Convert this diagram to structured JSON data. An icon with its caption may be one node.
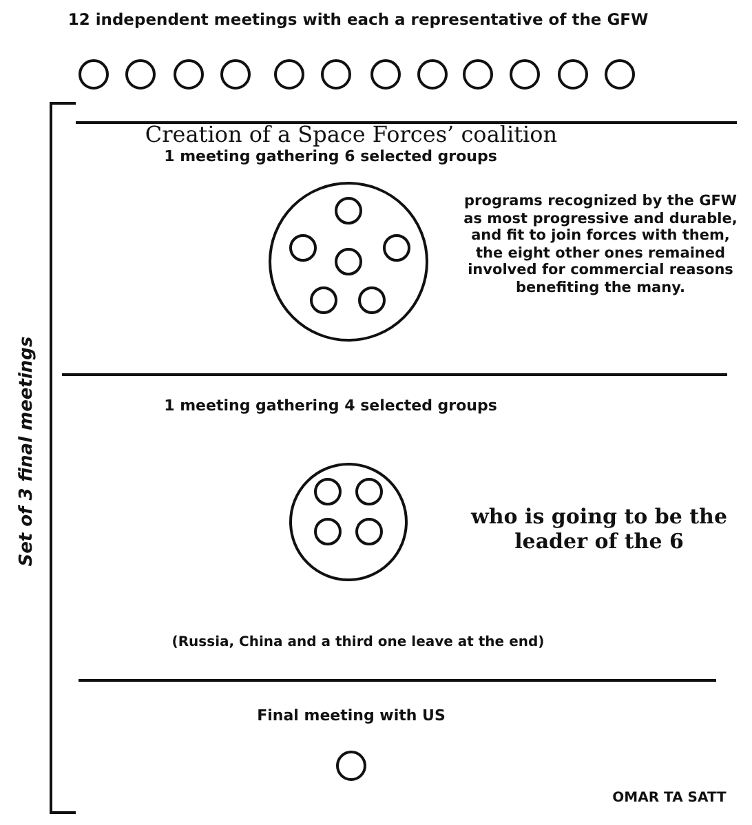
{
  "diagram": {
    "nodes": [
      {
        "text": [],
        "shape": "circle"
      },
      {
        "text": [],
        "shape": "circle"
      },
      {
        "text": [],
        "shape": "circle"
      },
      {
        "text": [],
        "shape": "circle"
      },
      {
        "text": [],
        "shape": "circle"
      },
      {
        "text": [],
        "shape": "circle"
      },
      {
        "text": [],
        "shape": "circle"
      },
      {
        "text": [],
        "shape": "circle"
      },
      {
        "text": [],
        "shape": "circle"
      },
      {
        "text": [],
        "shape": "circle"
      },
      {
        "text": [],
        "shape": "circle"
      },
      {
        "text": [],
        "shape": "circle"
      },
      {
        "text": [],
        "shape": "circle"
      },
      {
        "text": [],
        "shape": "circle",
        "in": 12
      },
      {
        "text": [],
        "shape": "circle",
        "in": 12
      },
      {
        "text": [],
        "shape": "circle",
        "in": 12
      },
      {
        "text": [],
        "shape": "circle",
        "in": 12
      },
      {
        "text": [],
        "shape": "circle",
        "in": 12
      },
      {
        "text": [],
        "shape": "circle",
        "in": 12
      },
      {
        "text": [],
        "shape": "circle"
      },
      {
        "text": [],
        "shape": "circle",
        "in": 19
      },
      {
        "text": [],
        "shape": "circle",
        "in": 19
      },
      {
        "text": [],
        "shape": "circle",
        "in": 19
      },
      {
        "text": [],
        "shape": "circle",
        "in": 19
      },
      {
        "text": [],
        "shape": "circle"
      }
    ],
    "edges": [],
    "labels": [
      "12 independent meetings with each a representative of the GFW",
      "Set of 3 final meetings",
      "Creation of a Space Forces’ coalition",
      "1 meeting gathering 6 selected groups",
      "programs recognized by the GFW as most progressive and durable, and fit to join forces with them, the eight other ones remained involved for commercial reasons benefiting the many.",
      "1 meeting gathering 4 selected groups",
      "who is going to be the leader of the 6",
      "(Russia, China and a third one leave at the end)",
      "Final meeting with US",
      "OMAR TA SATT"
    ]
  }
}
